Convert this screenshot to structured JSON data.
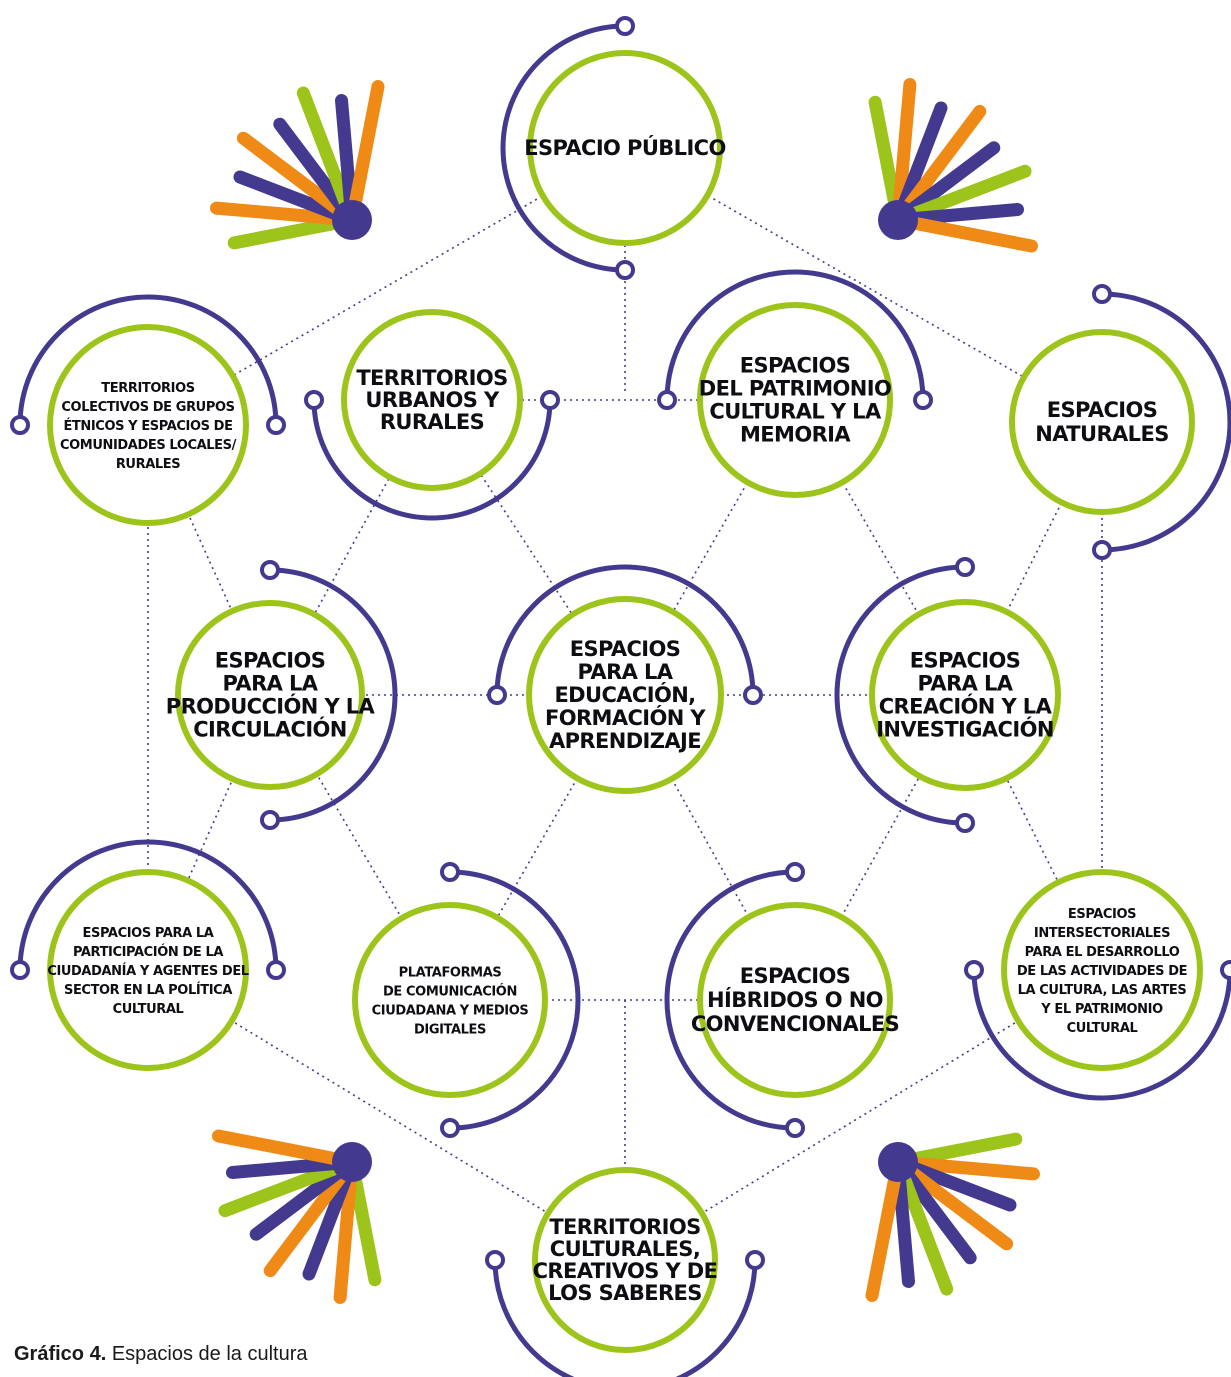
{
  "colors": {
    "green": "#9dc41a",
    "purple": "#433a8f",
    "orange": "#f08a16",
    "line": "#433a8f"
  },
  "caption": {
    "label": "Gráfico 4.",
    "text": " Espacios de la cultura"
  },
  "nodes": {
    "espacio_publico": [
      "ESPACIO PÚBLICO"
    ],
    "territorios_colectivos": [
      "TERRITORIOS",
      "COLECTIVOS DE GRUPOS",
      "ÉTNICOS Y ESPACIOS DE",
      "COMUNIDADES LOCALES/",
      "RURALES"
    ],
    "territorios_urbanos": [
      "TERRITORIOS",
      "URBANOS Y",
      "RURALES"
    ],
    "espacios_patrimonio": [
      "ESPACIOS",
      "DEL PATRIMONIO",
      "CULTURAL Y LA",
      "MEMORIA"
    ],
    "espacios_naturales": [
      "ESPACIOS",
      "NATURALES"
    ],
    "espacios_produccion": [
      "ESPACIOS",
      "PARA LA",
      "PRODUCCIÓN Y LA",
      "CIRCULACIÓN"
    ],
    "espacios_educacion": [
      "ESPACIOS",
      "PARA LA",
      "EDUCACIÓN,",
      "FORMACIÓN Y",
      "APRENDIZAJE"
    ],
    "espacios_creacion": [
      "ESPACIOS",
      "PARA LA",
      "CREACIÓN Y LA",
      "INVESTIGACIÓN"
    ],
    "espacios_participacion": [
      "ESPACIOS PARA LA",
      "PARTICIPACIÓN DE LA",
      "CIUDADANÍA Y AGENTES DEL",
      "SECTOR EN LA POLÍTICA",
      "CULTURAL"
    ],
    "plataformas": [
      "PLATAFORMAS",
      "DE COMUNICACIÓN",
      "CIUDADANA Y MEDIOS",
      "DIGITALES"
    ],
    "espacios_hibridos": [
      "ESPACIOS",
      "HÍBRIDOS O NO",
      "CONVENCIONALES"
    ],
    "espacios_intersectoriales": [
      "ESPACIOS",
      "INTERSECTORIALES",
      "PARA EL DESARROLLO",
      "DE LAS ACTIVIDADES DE",
      "LA CULTURA, LAS ARTES",
      "Y EL PATRIMONIO",
      "CULTURAL"
    ],
    "territorios_culturales": [
      "TERRITORIOS",
      "CULTURALES,",
      "CREATIVOS Y DE",
      "LOS SABERES"
    ]
  }
}
